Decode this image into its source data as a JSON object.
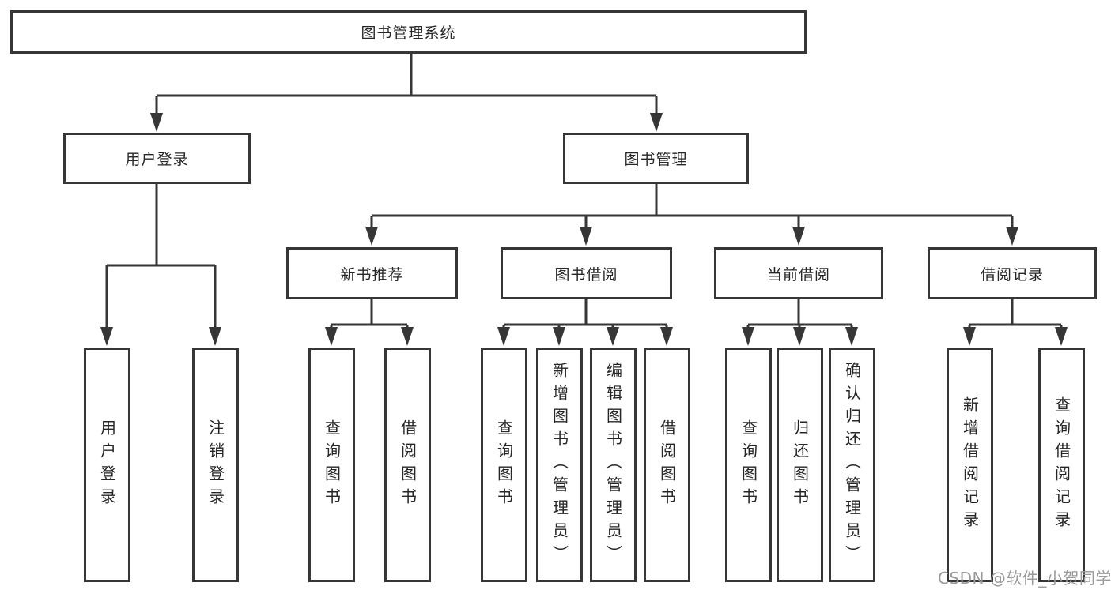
{
  "diagram": {
    "root": "图书管理系统",
    "user_login": {
      "label": "用户登录",
      "children": [
        "用户登录",
        "注销登录"
      ]
    },
    "book_management": {
      "label": "图书管理",
      "sections": [
        {
          "label": "新书推荐",
          "children": [
            "查询图书",
            "借阅图书"
          ]
        },
        {
          "label": "图书借阅",
          "children": [
            "查询图书",
            "新增图书（管理员）",
            "编辑图书（管理员）",
            "借阅图书"
          ]
        },
        {
          "label": "当前借阅",
          "children": [
            "查询图书",
            "归还图书",
            "确认归还（管理员）"
          ]
        },
        {
          "label": "借阅记录",
          "children": [
            "新增借阅记录",
            "查询借阅记录"
          ]
        }
      ]
    }
  },
  "watermark": "CSDN @软件_小贺同学",
  "colors": {
    "line": "#363636",
    "box_border": "#363636",
    "text": "#262626",
    "watermark": "#999999",
    "background": "#ffffff"
  }
}
